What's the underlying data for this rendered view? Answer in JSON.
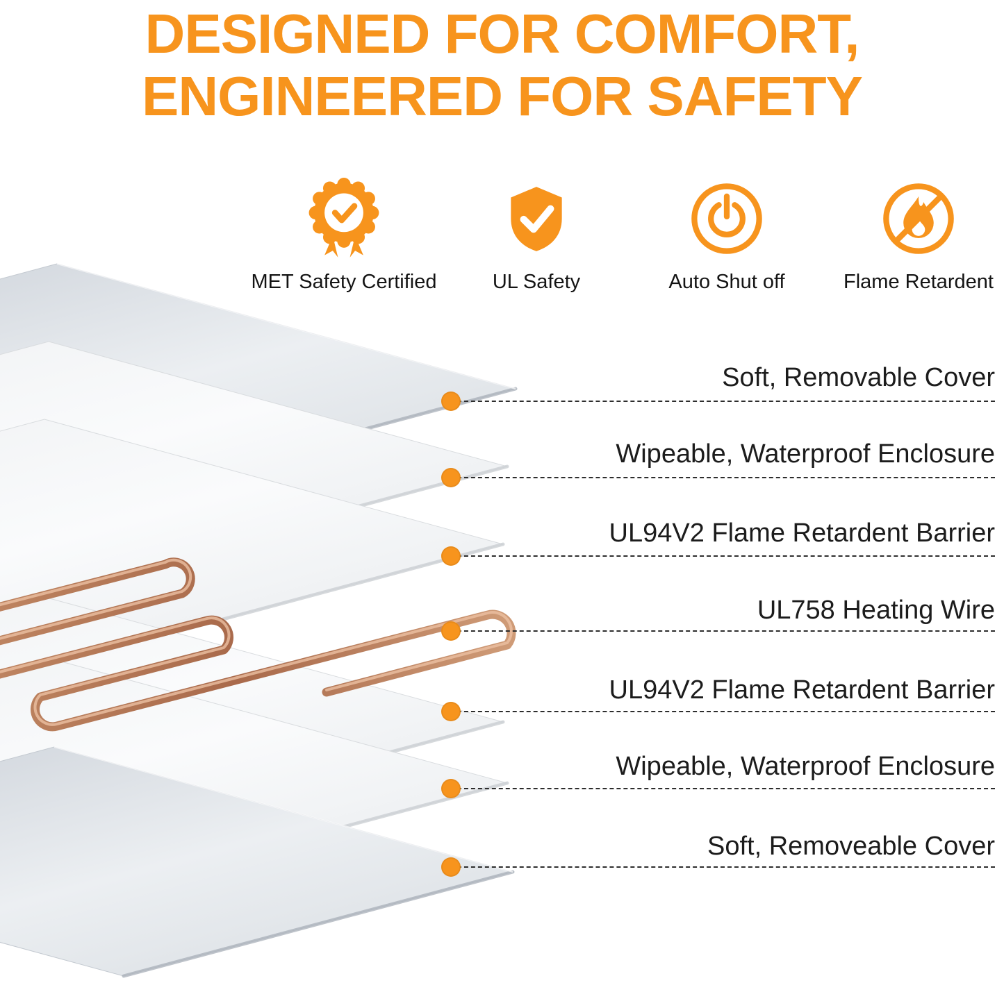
{
  "theme": {
    "accent": "#F7941D",
    "text": "#1B1B1B",
    "copper": "#B97A5C"
  },
  "title": {
    "line1": "DESIGNED FOR COMFORT,",
    "line2": "ENGINEERED FOR SAFETY"
  },
  "certifications": [
    {
      "icon": "met-certified-badge-icon",
      "label": "MET Safety Certified"
    },
    {
      "icon": "ul-shield-check-icon",
      "label": "UL Safety"
    },
    {
      "icon": "auto-shutoff-power-icon",
      "label": "Auto Shut off"
    },
    {
      "icon": "flame-retardant-icon",
      "label": "Flame Retardent"
    }
  ],
  "layers": [
    {
      "label": "Soft, Removable Cover",
      "type": "fabric-gray"
    },
    {
      "label": "Wipeable, Waterproof Enclosure",
      "type": "white-sheet"
    },
    {
      "label": "UL94V2 Flame Retardent Barrier",
      "type": "white-sheet"
    },
    {
      "label": "UL758 Heating Wire",
      "type": "copper-wire"
    },
    {
      "label": "UL94V2 Flame Retardent Barrier",
      "type": "white-sheet"
    },
    {
      "label": "Wipeable, Waterproof Enclosure",
      "type": "white-sheet"
    },
    {
      "label": "Soft, Removeable Cover",
      "type": "fabric-gray"
    }
  ]
}
